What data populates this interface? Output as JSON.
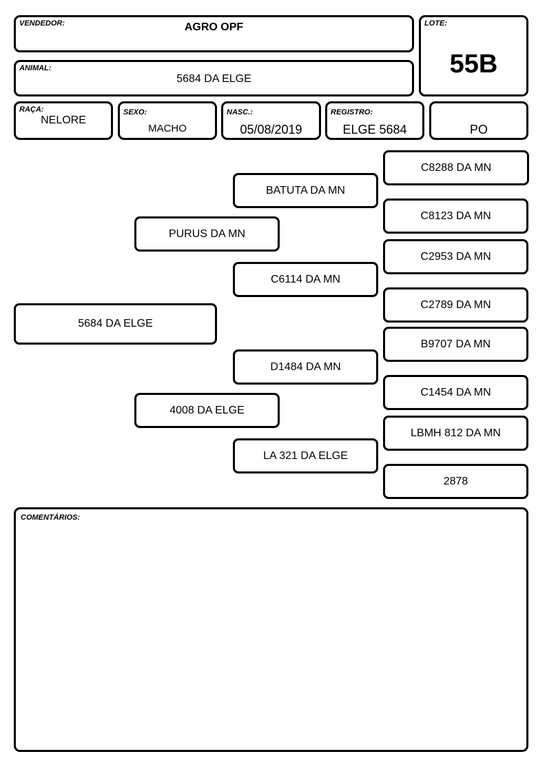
{
  "header": {
    "vendedor_label": "VENDEDOR:",
    "vendedor": "AGRO OPF",
    "lote_label": "LOTE:",
    "lote": "55B",
    "animal_label": "ANIMAL:",
    "animal": "5684 DA ELGE"
  },
  "details": {
    "raca_label": "RAÇA:",
    "raca": "NELORE",
    "sexo_label": "SEXO:",
    "sexo": "MACHO",
    "nasc_label": "NASC.:",
    "nasc": "05/08/2019",
    "registro_label": "REGISTRO:",
    "registro": "ELGE 5684",
    "categoria": "PO"
  },
  "pedigree": {
    "animal": "5684 DA ELGE",
    "sire": "PURUS DA MN",
    "dam": "4008 DA ELGE",
    "sire_sire": "BATUTA DA MN",
    "sire_dam": "C6114 DA MN",
    "dam_sire": "D1484 DA MN",
    "dam_dam": "LA 321 DA ELGE",
    "ggp": [
      "C8288 DA MN",
      "C8123 DA MN",
      "C2953 DA MN",
      "C2789 DA MN",
      "B9707 DA MN",
      "C1454 DA MN",
      "LBMH 812 DA MN",
      "2878"
    ]
  },
  "comments": {
    "label": "COMENTÁRIOS:",
    "text": ""
  }
}
